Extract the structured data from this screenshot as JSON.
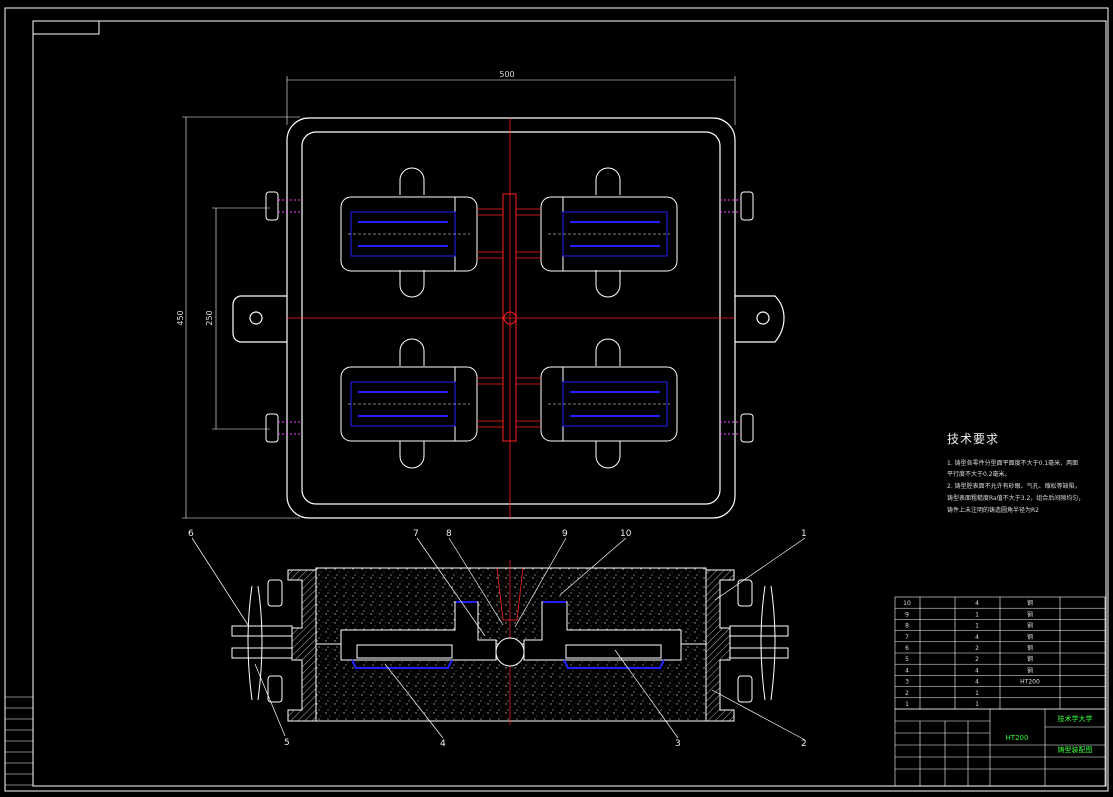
{
  "dimensions": {
    "width_label": "500",
    "height_label": "450",
    "inner_label": "250"
  },
  "callouts": [
    "1",
    "2",
    "3",
    "4",
    "5",
    "6",
    "7",
    "8",
    "9",
    "10"
  ],
  "tech_requirements": {
    "title": "技术要求",
    "lines": [
      "1. 铸型各零件分型面平面度不大于0.1毫米，两面",
      "平行度不大于0.2毫米。",
      "2. 铸型腔表面不允许有砂眼、气孔、缩松等缺陷，",
      "铸型表面粗糙度Ra值不大于3.2，组合后间隙均匀，",
      "铸件上未注明的铸造圆角半径为R2"
    ]
  },
  "parts_list": [
    {
      "no": "10",
      "name": "",
      "qty": "4",
      "material": "钢"
    },
    {
      "no": "9",
      "name": "",
      "qty": "1",
      "material": "钢"
    },
    {
      "no": "8",
      "name": "",
      "qty": "1",
      "material": "钢"
    },
    {
      "no": "7",
      "name": "",
      "qty": "4",
      "material": "钢"
    },
    {
      "no": "6",
      "name": "",
      "qty": "2",
      "material": "钢"
    },
    {
      "no": "5",
      "name": "",
      "qty": "2",
      "material": "钢"
    },
    {
      "no": "4",
      "name": "",
      "qty": "4",
      "material": "钢"
    },
    {
      "no": "3",
      "name": "",
      "qty": "4",
      "material": "HT200"
    },
    {
      "no": "2",
      "name": "",
      "qty": "1",
      "material": ""
    },
    {
      "no": "1",
      "name": "",
      "qty": "1",
      "material": ""
    }
  ],
  "title_block": {
    "material": "HT200",
    "school": "技术学大学",
    "drawing_name": "铸型装配图"
  },
  "colors": {
    "outline": "#ffffff",
    "centerline": "#ff2020",
    "blue": "#2020ff",
    "green": "#33ff33",
    "magenta": "#ff40ff",
    "sand": "#9a9a9a"
  }
}
